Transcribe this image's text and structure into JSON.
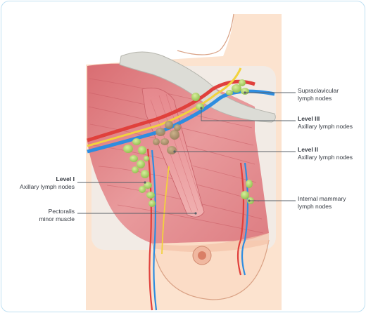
{
  "labels": {
    "supraclavicular": {
      "line1": "Supraclavicular",
      "line2": "lymph nodes"
    },
    "level3": {
      "heading": "Level III",
      "text": "Axillary lymph nodes"
    },
    "level2": {
      "heading": "Level II",
      "text": "Axillary lymph nodes"
    },
    "level1": {
      "heading": "Level I",
      "text": "Axillary lymph nodes"
    },
    "internal_mammary": {
      "line1": "Internal mammary",
      "line2": "lymph nodes"
    },
    "pectoralis_minor": {
      "line1": "Pectoralis",
      "line2": "minor muscle"
    }
  },
  "colors": {
    "frame": "#bfe0f2",
    "skin": "#fce3cf",
    "muscle": "#e89a9a",
    "bone": "#dcdcd6",
    "artery": "#e0403c",
    "vein": "#2e8de0",
    "nerve": "#f2d23c",
    "node": "#a8cf62",
    "callout": "#5a6068"
  },
  "icons": [
    "clavicle",
    "pectoralis-muscle",
    "axillary-vessels",
    "lymph-node",
    "nipple"
  ]
}
